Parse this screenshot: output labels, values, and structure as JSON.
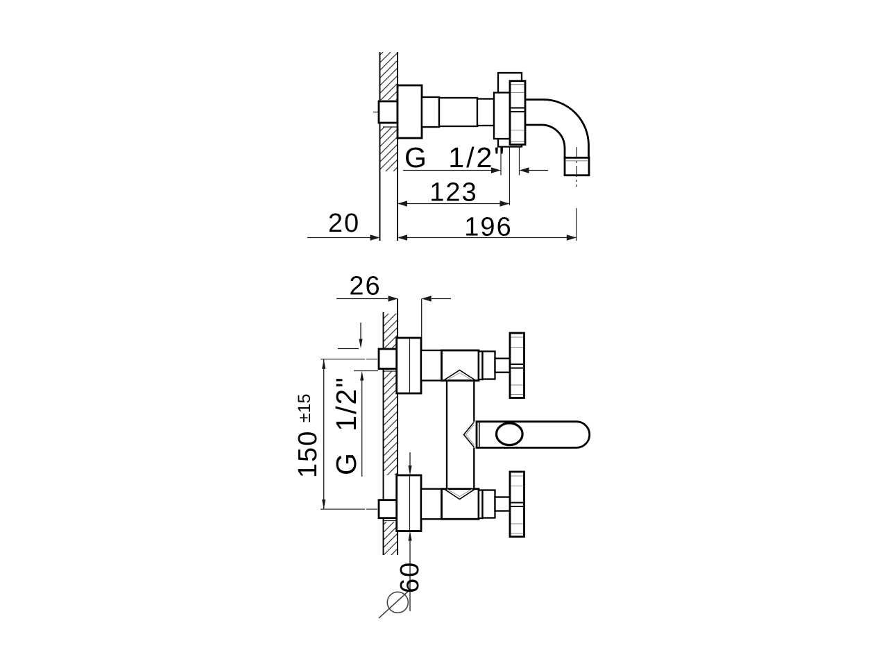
{
  "top_view": {
    "thread_label": "G 1/2\"",
    "dim_center_from_wall": "123",
    "dim_total_reach": "196",
    "dim_wall_thickness": "20"
  },
  "front_view": {
    "dim_flange_depth": "26",
    "dim_inlet_distance": "150",
    "dim_inlet_tolerance": "±15",
    "thread_label": "G 1/2\"",
    "dim_flange_diameter": "60",
    "diameter_symbol": "⌀"
  },
  "colors": {
    "line": "#000000",
    "dim_line": "#1a1a1a",
    "hatch": "#333333",
    "background": "#ffffff"
  }
}
